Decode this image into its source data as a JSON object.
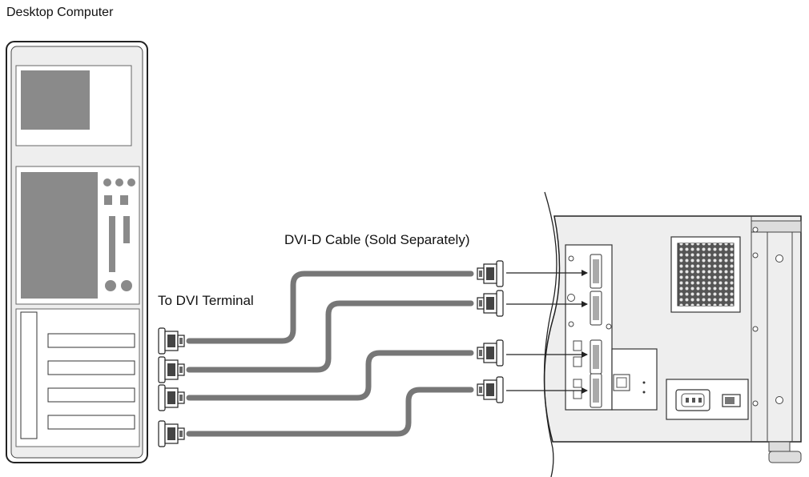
{
  "labels": {
    "computer": "Desktop Computer",
    "cable": "DVI-D Cable (Sold Separately)",
    "terminal": "To DVI Terminal"
  },
  "colors": {
    "cable": "#777777",
    "case_fill": "#eeeeee",
    "panel_fill": "#e6e6e6",
    "dark_gray": "#8a8a8a",
    "outline": "#222222"
  },
  "icons": {
    "connector": "dvi-connector-icon",
    "arrow": "arrow-right-icon",
    "power_inlet": "ac-power-inlet-icon",
    "switch": "power-switch-icon",
    "fan_grille": "vent-grille-icon"
  },
  "connections": [
    {
      "from": "computer-port-1",
      "to": "display-input-1"
    },
    {
      "from": "computer-port-2",
      "to": "display-input-2"
    },
    {
      "from": "computer-port-3",
      "to": "display-input-3"
    },
    {
      "from": "computer-port-4",
      "to": "display-input-4"
    }
  ]
}
